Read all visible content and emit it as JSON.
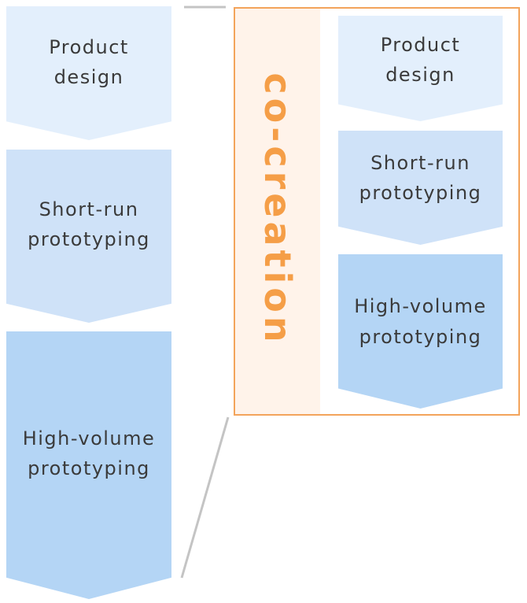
{
  "left_steps": [
    {
      "label": "Product\ndesign"
    },
    {
      "label": "Short-run\nprototyping"
    },
    {
      "label": "High-volume\nprototyping"
    }
  ],
  "cocreation": {
    "label": "co-creation",
    "steps": [
      {
        "label": "Product\ndesign"
      },
      {
        "label": "Short-run\nprototyping"
      },
      {
        "label": "High-volume\nprototyping"
      }
    ]
  },
  "colors": {
    "step_light": "#e3effc",
    "step_mid": "#cfe2f8",
    "step_dark": "#b4d5f5",
    "accent_orange": "#f59e47",
    "connector_gray": "#c4c4c4"
  }
}
